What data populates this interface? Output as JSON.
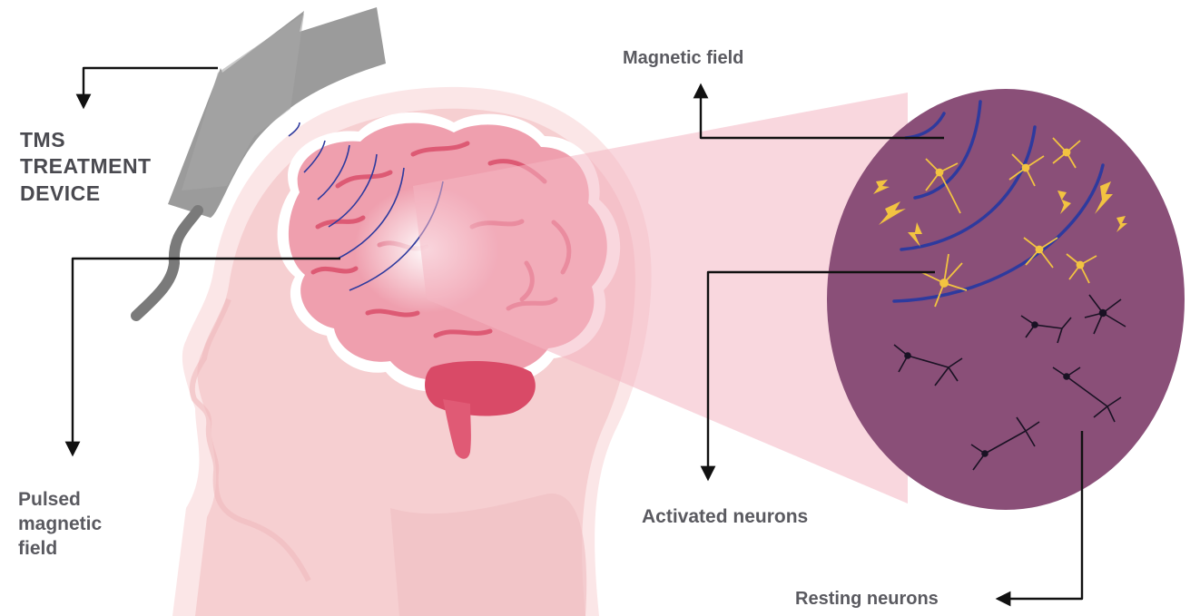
{
  "labels": {
    "tms_device": [
      "TMS",
      "TREATMENT",
      "DEVICE"
    ],
    "pulsed_field": [
      "Pulsed",
      "magnetic",
      "field"
    ],
    "magnetic_field": "Magnetic field",
    "activated_neurons": "Activated neurons",
    "resting_neurons": "Resting neurons"
  },
  "colors": {
    "background": "#ffffff",
    "head": "#f6cfd1",
    "brain": "#ef9fae",
    "brain_folds": "#dd5a74",
    "cerebellum": "#d94a67",
    "device": "#9b9b9b",
    "zoom_circle": "#8a4f78",
    "field_lines": "#2e3a9e",
    "activated_neuron": "#f2c341",
    "resting_neuron": "#1a1224",
    "label_text": "#5a5a60",
    "arrow": "#111111"
  }
}
